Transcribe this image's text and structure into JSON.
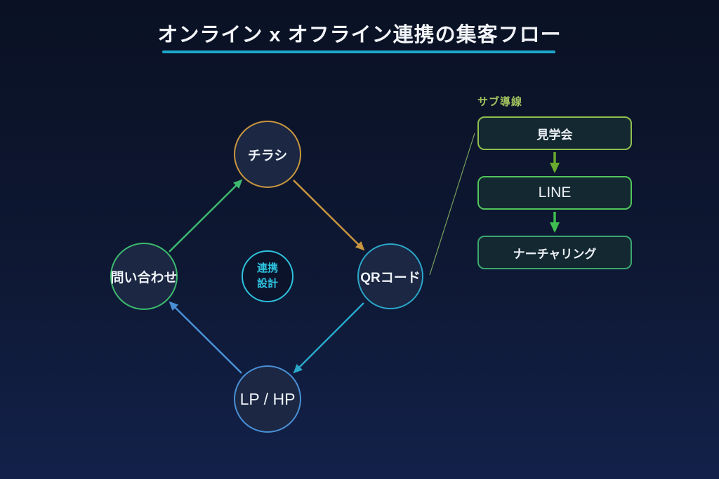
{
  "title": {
    "text": "オンライン x オフライン連携の集客フロー",
    "underline_color": "#1ca8cd"
  },
  "flow": {
    "nodes": {
      "flyer": {
        "label": "チラシ",
        "border_color": "#c8963f"
      },
      "qr_code": {
        "label": "QRコード",
        "border_color": "#2aa7c9"
      },
      "lp_hp": {
        "label": "LP / HP",
        "border_color": "#4a8fd6"
      },
      "inquiry": {
        "label": "問い合わせ",
        "border_color": "#3cba6e"
      },
      "center": {
        "line1": "連携",
        "line2": "設計",
        "accent_color": "#2ec1dd"
      }
    },
    "edges": [
      {
        "from": "inquiry",
        "to": "flyer",
        "color": "#3cba6e"
      },
      {
        "from": "flyer",
        "to": "qr_code",
        "color": "#c8963f"
      },
      {
        "from": "qr_code",
        "to": "lp_hp",
        "color": "#2aa7c9"
      },
      {
        "from": "lp_hp",
        "to": "inquiry",
        "color": "#4a8fd6"
      },
      {
        "from": "qr_code",
        "to": "sub_flow",
        "color": "#8ab864"
      }
    ]
  },
  "sub_flow": {
    "heading": "サブ導線",
    "steps": [
      {
        "label": "見学会",
        "border_color": "#8fbf4e"
      },
      {
        "label": "LINE",
        "border_color": "#52c45c"
      },
      {
        "label": "ナーチャリング",
        "border_color": "#3aa671"
      }
    ],
    "arrows": [
      {
        "from": "見学会",
        "to": "LINE",
        "color": "#6aab2f"
      },
      {
        "from": "LINE",
        "to": "ナーチャリング",
        "color": "#3ebf4f"
      }
    ]
  },
  "background": {
    "top": "#0a1124",
    "bottom": "#13214a"
  }
}
